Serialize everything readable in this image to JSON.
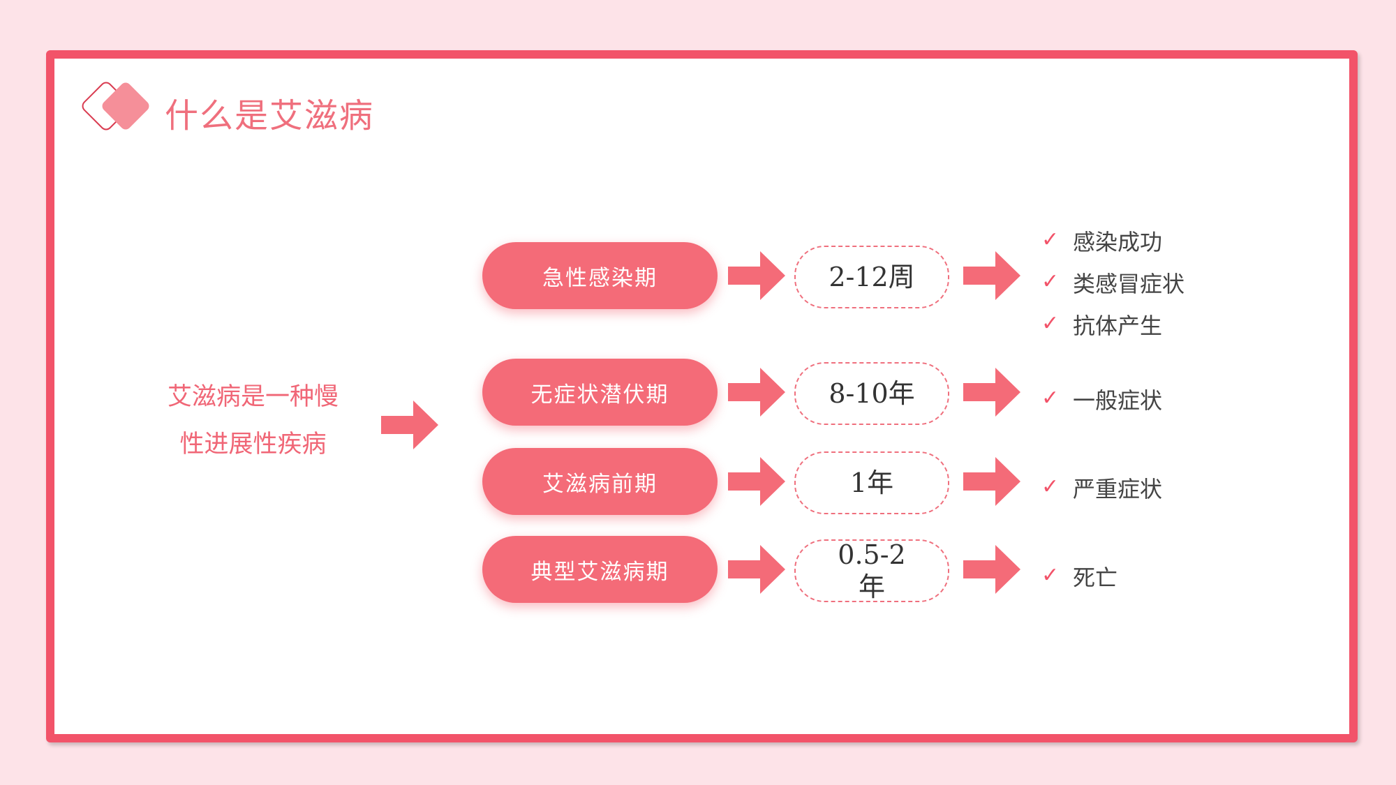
{
  "title": "什么是艾滋病",
  "intro": {
    "line1": "艾滋病是一种慢",
    "line2": "性进展性疾病"
  },
  "stages": [
    {
      "name": "急性感染期",
      "duration": "2-12周",
      "symptoms": [
        "感染成功",
        "类感冒症状",
        "抗体产生"
      ]
    },
    {
      "name": "无症状潜伏期",
      "duration": "8-10年",
      "symptoms": [
        "一般症状"
      ]
    },
    {
      "name": "艾滋病前期",
      "duration": "1年",
      "symptoms": [
        "严重症状"
      ]
    },
    {
      "name": "典型艾滋病期",
      "duration": "0.5-2年",
      "symptoms": [
        "死亡"
      ]
    }
  ],
  "colors": {
    "accent": "#f46b78",
    "border": "#f25369",
    "background": "#fde3e8"
  }
}
